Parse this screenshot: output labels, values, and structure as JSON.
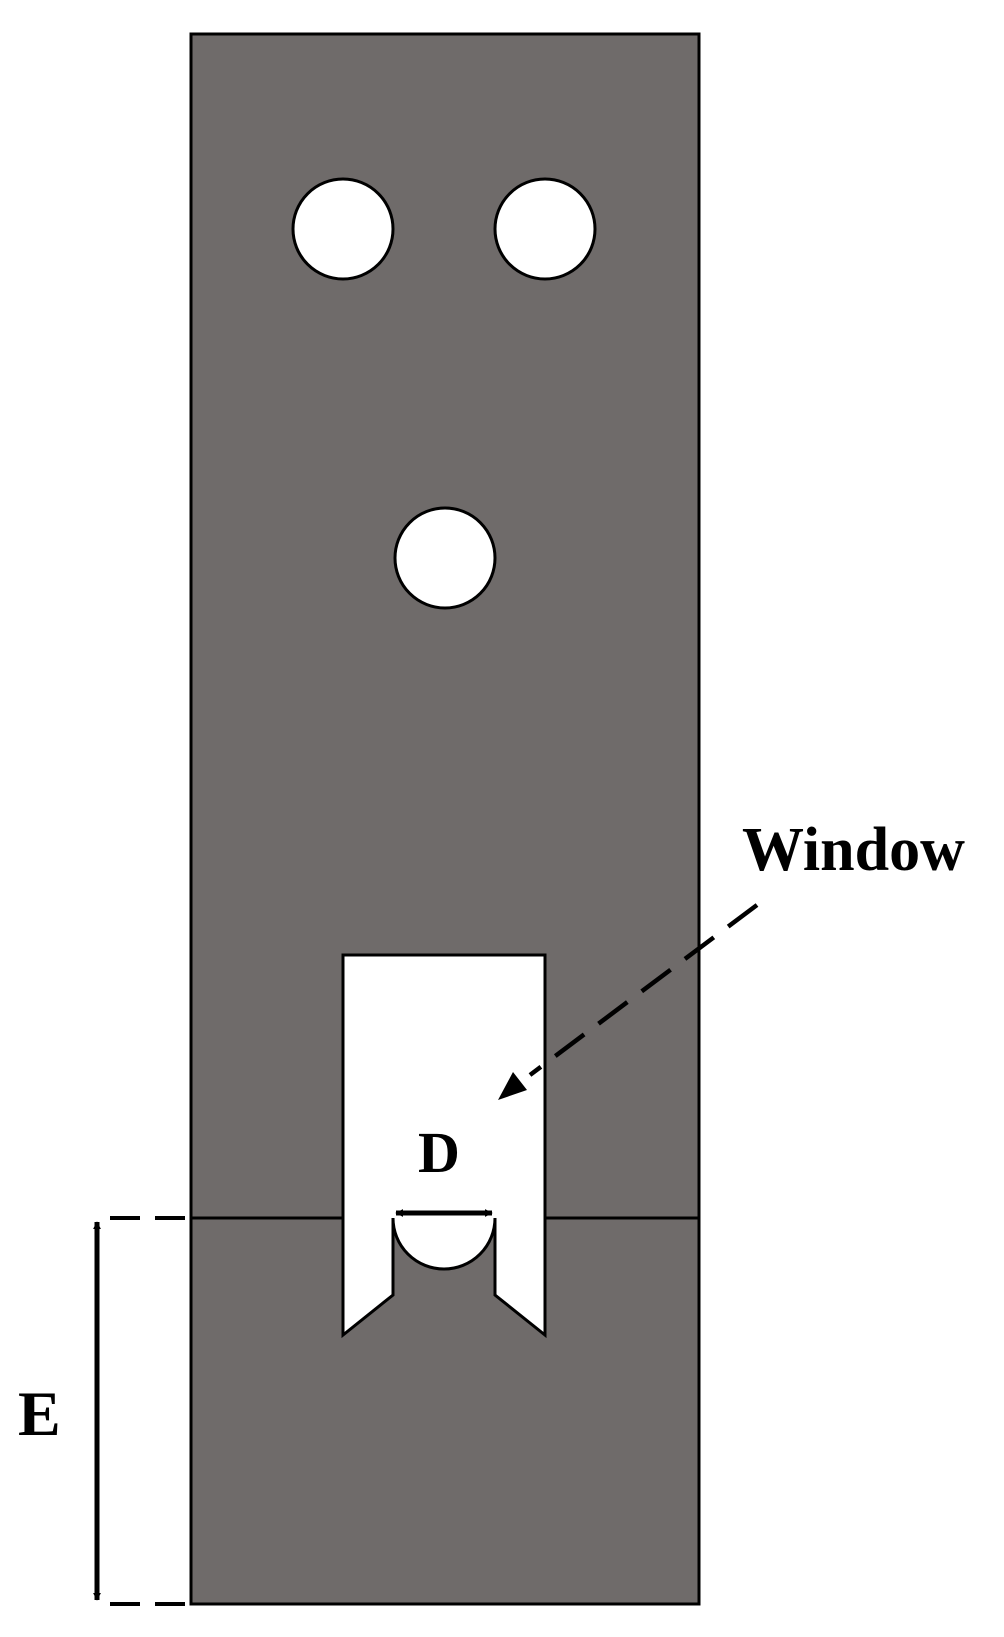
{
  "labels": {
    "window": "Window",
    "d": "D",
    "e": "E"
  },
  "colors": {
    "plate": "#6f6b6a",
    "outline": "#000000",
    "cutout": "#ffffff",
    "background": "#ffffff"
  }
}
